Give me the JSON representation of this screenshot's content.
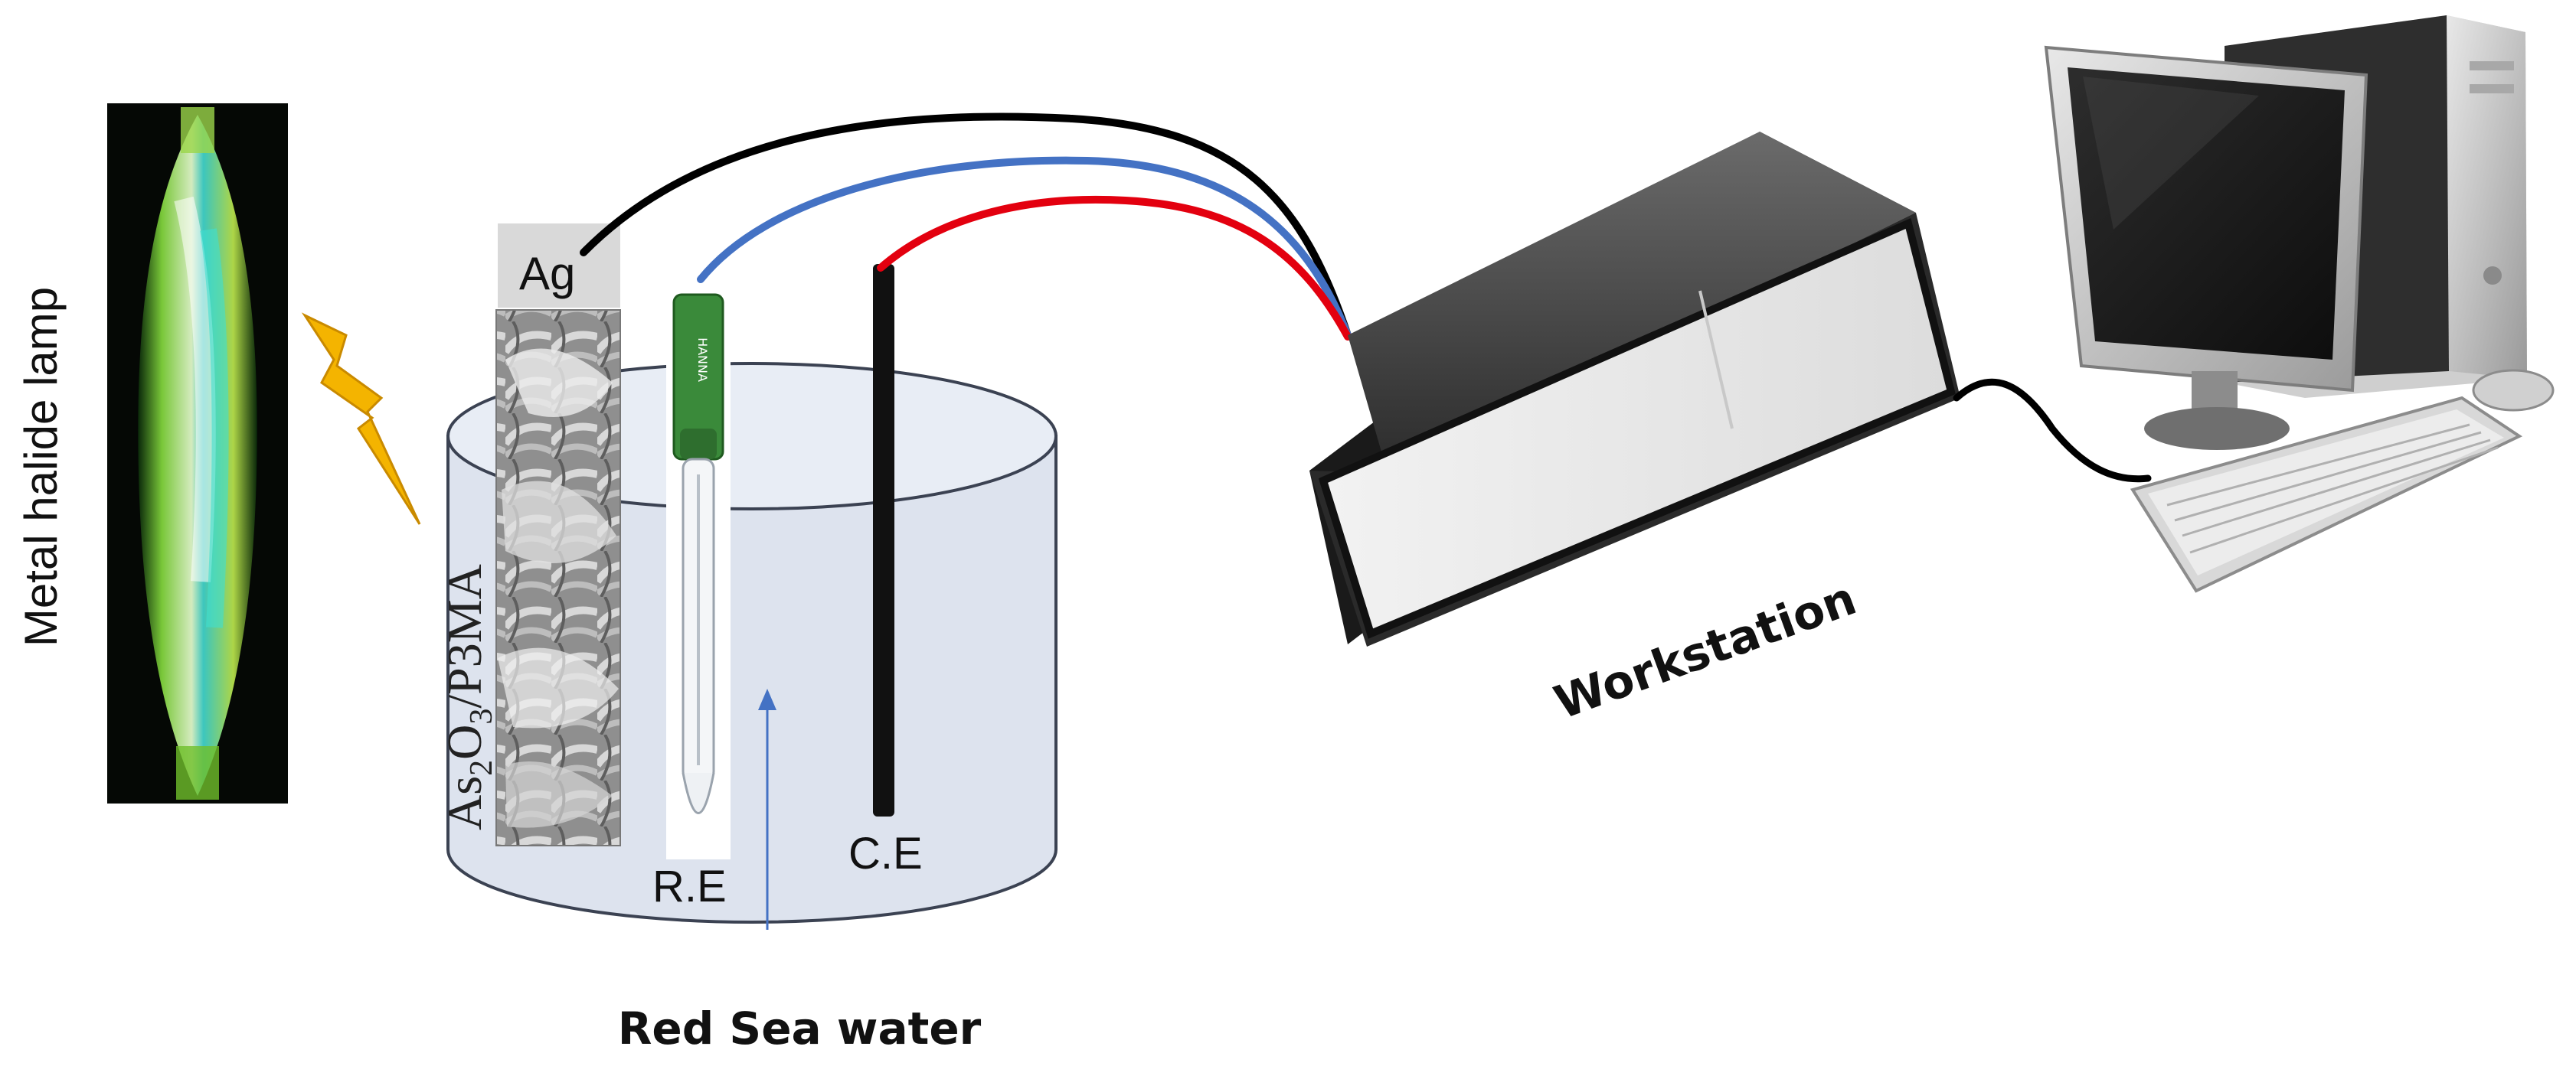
{
  "labels": {
    "lamp": "Metal halide lamp",
    "working_electrode_contact": "Ag",
    "working_electrode_material_main": "As",
    "working_electrode_sub1": "2",
    "working_electrode_mid": "O",
    "working_electrode_sub2": "3",
    "working_electrode_rest": "/P3MA",
    "reference_electrode": "R.E",
    "counter_electrode": "C.E",
    "electrolyte": "Red Sea water",
    "workstation": "Workstation"
  },
  "colors": {
    "wire_working": "#000000",
    "wire_reference": "#4472c4",
    "wire_counter": "#e3000f",
    "lightning": "#f4b400",
    "beaker_fill": "#dde3ee",
    "beaker_stroke": "#3b4252",
    "electrolyte_arrow": "#4472c4",
    "ag_label_bg": "#d9d9d9",
    "probe_green": "#3a8a3a"
  },
  "icons": {
    "lamp": "metal-halide-lamp-photo",
    "lightning": "lightning-bolt-icon",
    "workstation": "potentiostat-box",
    "computer": "desktop-computer-icon"
  }
}
